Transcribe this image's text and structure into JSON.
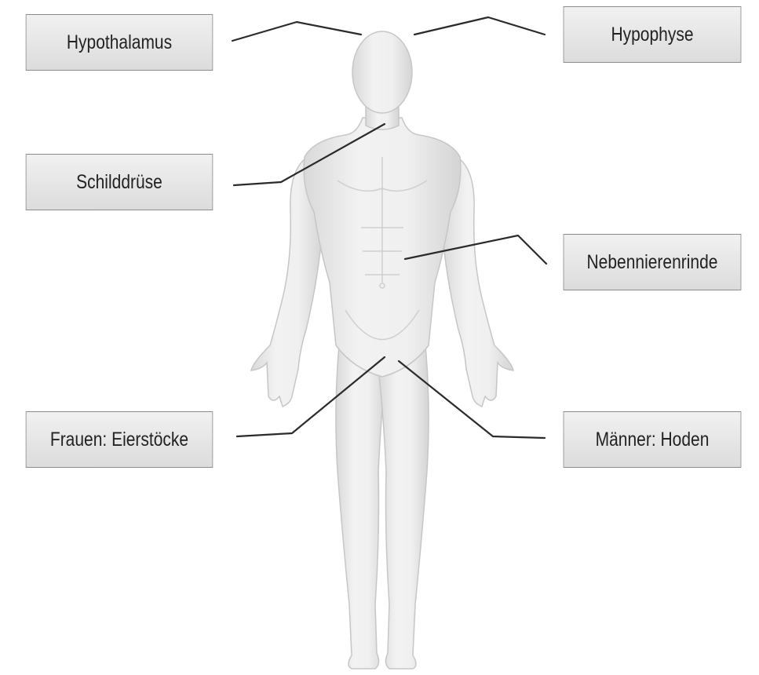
{
  "labels": {
    "hypothalamus": "Hypothalamus",
    "hypophyse": "Hypophyse",
    "schilddruese": "Schilddrüse",
    "nebennierenrinde": "Nebennierenrinde",
    "eierstoecke": "Frauen: Eierstöcke",
    "hoden": "Männer: Hoden"
  },
  "colors": {
    "body_fill": "#e9e9e9",
    "body_shadow": "#c9c9c9",
    "leader_line": "#2b2b2b",
    "label_border": "#8c8c8c"
  }
}
